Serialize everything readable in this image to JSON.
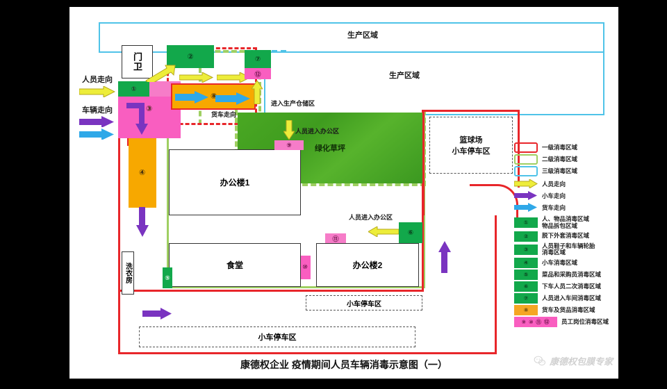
{
  "title": "康德权企业  疫情期间人员车辆消毒示意图（一）",
  "watermark": {
    "text": "康德权包膜专家",
    "icon": "wechat-icon"
  },
  "flow_labels": {
    "personnel": "人员走向",
    "vehicle": "车辆走向",
    "truck": "货车走向",
    "enter_office_top": "人员进入办公区",
    "enter_office_mid": "人员进入办公区",
    "enter_production": "进入生产仓储区"
  },
  "areas": {
    "production_top": "生产区域",
    "production_main": "生产区域",
    "gatehouse": "门卫",
    "lawn": "绿化草坪",
    "basketball": "篮球场\n小车停车区",
    "basketball_line1": "篮球场",
    "basketball_line2": "小车停车区",
    "office1": "办公楼1",
    "office2": "办公楼2",
    "canteen": "食堂",
    "laundry": "洗衣房",
    "parking_mid": "小车停车区",
    "parking_bottom": "小车停车区"
  },
  "markers": {
    "m1": "①",
    "m2": "②",
    "m3": "③",
    "m4": "④",
    "m5": "⑤",
    "m6": "⑥",
    "m7": "⑦",
    "m8": "⑧",
    "m9": "⑨",
    "m10": "⑩",
    "m11": "⑪",
    "m12": "⑫"
  },
  "legend": {
    "zones": [
      {
        "id": "level-1",
        "label": "一级消毒区域",
        "color": "#e8262a",
        "style": "solid-box"
      },
      {
        "id": "level-2",
        "label": "二级消毒区域",
        "color": "#9fcf62",
        "style": "solid-box"
      },
      {
        "id": "level-3",
        "label": "三级消毒区域",
        "color": "#4fc3e8",
        "style": "solid-box"
      }
    ],
    "flows": [
      {
        "id": "personnel-flow",
        "label": "人员走向",
        "color": "#eded3a"
      },
      {
        "id": "cart-flow",
        "label": "小车走向",
        "color": "#7a34c0"
      },
      {
        "id": "truck-flow",
        "label": "货车走向",
        "color": "#2fa8e8"
      }
    ],
    "swatches": [
      {
        "marker": "①",
        "label": "人、物品消毒区域\n物品拆包区域",
        "line1": "人、物品消毒区域",
        "line2": "物品拆包区域",
        "color": "#12a84b"
      },
      {
        "marker": "②",
        "label": "脱下外套消毒区域",
        "line1": "脱下外套消毒区域",
        "line2": "",
        "color": "#12a84b"
      },
      {
        "marker": "③",
        "label": "人员鞋子和车辆轮胎\n消毒区域",
        "line1": "人员鞋子和车辆轮胎",
        "line2": "消毒区域",
        "color": "#12a84b"
      },
      {
        "marker": "④",
        "label": "小车消毒区域",
        "line1": "小车消毒区域",
        "line2": "",
        "color": "#12a84b"
      },
      {
        "marker": "⑤",
        "label": "菜品和采购员消毒区域",
        "line1": "菜品和采购员消毒区域",
        "line2": "",
        "color": "#12a84b"
      },
      {
        "marker": "⑥",
        "label": "下车人员二次消毒区域",
        "line1": "下车人员二次消毒区域",
        "line2": "",
        "color": "#12a84b"
      },
      {
        "marker": "⑦",
        "label": "人员进入车间消毒区域",
        "line1": "人员进入车间消毒区域",
        "line2": "",
        "color": "#12a84b"
      },
      {
        "marker": "⑧",
        "label": "货车及货品消毒区域",
        "line1": "货车及货品消毒区域",
        "line2": "",
        "color": "#f5a623"
      },
      {
        "marker": "⑨ ⑩ ⑪ ⑫",
        "label": "员工岗位消毒区域",
        "line1": "员工岗位消毒区域",
        "line2": "",
        "color": "#f95ec0"
      }
    ]
  },
  "colors": {
    "level1_red": "#e8262a",
    "level2_green": "#9fcf62",
    "level3_cyan": "#4fc3e8",
    "personnel_yellow": "#eded3a",
    "cart_purple": "#7a34c0",
    "truck_blue": "#2fa8e8",
    "zone_green": "#12a84b",
    "zone_pink": "#f95ec0",
    "zone_orange": "#f5a623",
    "lawn_green": "#3f9c1f"
  }
}
